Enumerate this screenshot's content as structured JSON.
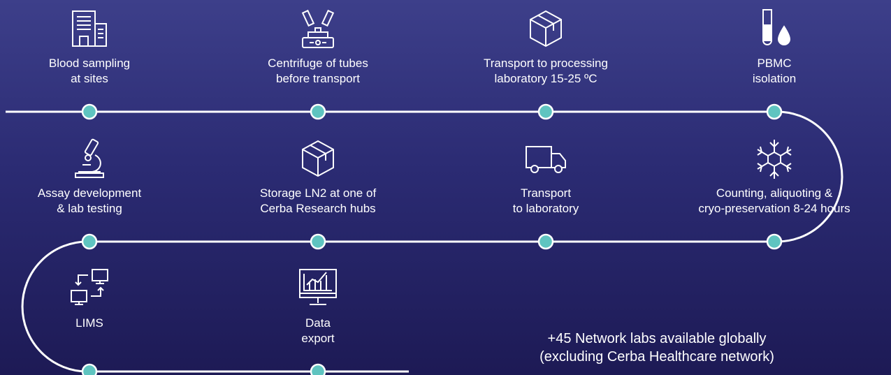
{
  "steps": [
    {
      "label": "Blood sampling\nat sites",
      "icon": "hospital-building-icon"
    },
    {
      "label": "Centrifuge of tubes\nbefore transport",
      "icon": "centrifuge-icon"
    },
    {
      "label": "Transport to processing\nlaboratory 15-25 ºC",
      "icon": "package-box-icon"
    },
    {
      "label": "PBMC\nisolation",
      "icon": "test-tube-drop-icon"
    },
    {
      "label": "Counting, aliquoting &\ncryo-preservation 8-24 hours",
      "icon": "snowflake-icon"
    },
    {
      "label": "Transport\nto laboratory",
      "icon": "truck-icon"
    },
    {
      "label": "Storage LN2 at one of\nCerba Research hubs",
      "icon": "package-box-icon"
    },
    {
      "label": "Assay development\n& lab testing",
      "icon": "microscope-icon"
    },
    {
      "label": "LIMS",
      "icon": "computer-network-icon"
    },
    {
      "label": "Data\nexport",
      "icon": "monitor-chart-icon"
    }
  ],
  "note": "+45 Network labs available globally\n(excluding Cerba Healthcare network)",
  "colors": {
    "node": "#5fc4c0",
    "track": "#ffffff"
  }
}
